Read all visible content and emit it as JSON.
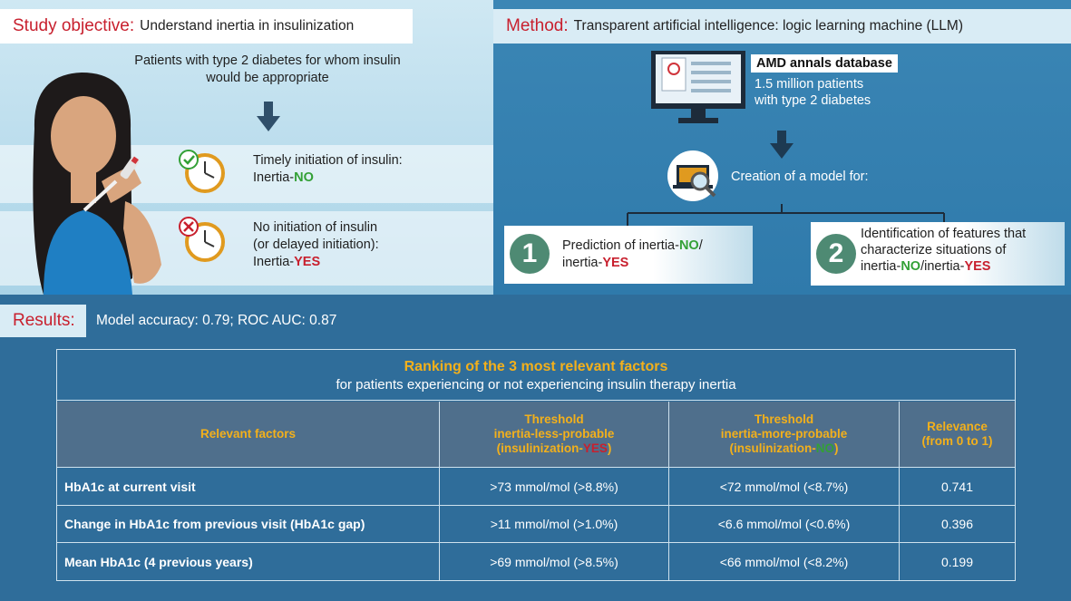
{
  "study": {
    "title": "Study objective:",
    "text": "Understand inertia in insulinization",
    "patients_line1": "Patients with type 2 diabetes for whom insulin",
    "patients_line2": "would be appropriate",
    "timely_line1": "Timely initiation of insulin:",
    "timely_prefix": "Inertia-",
    "timely_status": "NO",
    "none_line1": "No initiation of insulin",
    "none_line2": "(or delayed initiation):",
    "none_prefix": "Inertia-",
    "none_status": "YES"
  },
  "method": {
    "title": "Method:",
    "text": "Transparent artificial intelligence: logic learning machine (LLM)",
    "db_title": "AMD annals database",
    "db_line1": "1.5 million patients",
    "db_line2": "with type 2 diabetes",
    "model_text": "Creation of a model for:",
    "card1_num": "1",
    "card1_line1_prefix": "Prediction of inertia-",
    "card1_line1_no": "NO",
    "card1_line1_suffix": "/",
    "card1_line2_prefix": "inertia-",
    "card1_line2_yes": "YES",
    "card2_num": "2",
    "card2_line1": "Identification of features that",
    "card2_line2": "characterize situations of",
    "card2_line3_prefix": "inertia-",
    "card2_line3_no": "NO",
    "card2_line3_mid": "/inertia-",
    "card2_line3_yes": "YES"
  },
  "results": {
    "title": "Results:",
    "text": "Model accuracy: 0.79; ROC AUC: 0.87"
  },
  "table": {
    "title": "Ranking of the 3 most relevant factors",
    "subtitle": "for patients experiencing or not experiencing insulin therapy inertia",
    "col1": "Relevant factors",
    "col2_line1": "Threshold",
    "col2_line2": "inertia-less-probable",
    "col2_line3_prefix": "(insulinization-",
    "col2_line3_status": "YES",
    "col2_line3_suffix": ")",
    "col3_line1": "Threshold",
    "col3_line2": "inertia-more-probable",
    "col3_line3_prefix": "(insulinization-",
    "col3_line3_status": "NO",
    "col3_line3_suffix": ")",
    "col4_line1": "Relevance",
    "col4_line2": "(from 0 to 1)",
    "rows": [
      {
        "factor": "HbA1c at current visit",
        "less": ">73 mmol/mol (>8.8%)",
        "more": "<72 mmol/mol (<8.7%)",
        "relevance": "0.741"
      },
      {
        "factor": "Change in HbA1c from previous visit (HbA1c gap)",
        "less": ">11 mmol/mol (>1.0%)",
        "more": "<6.6 mmol/mol (<0.6%)",
        "relevance": "0.396"
      },
      {
        "factor": "Mean HbA1c (4 previous years)",
        "less": ">69 mmol/mol (>8.5%)",
        "more": "<66 mmol/mol (<8.2%)",
        "relevance": "0.199"
      }
    ]
  },
  "colors": {
    "accent_red": "#c8202e",
    "accent_green": "#33a036",
    "header_orange": "#f3b01b",
    "panel_blue": "#2f7aab"
  }
}
